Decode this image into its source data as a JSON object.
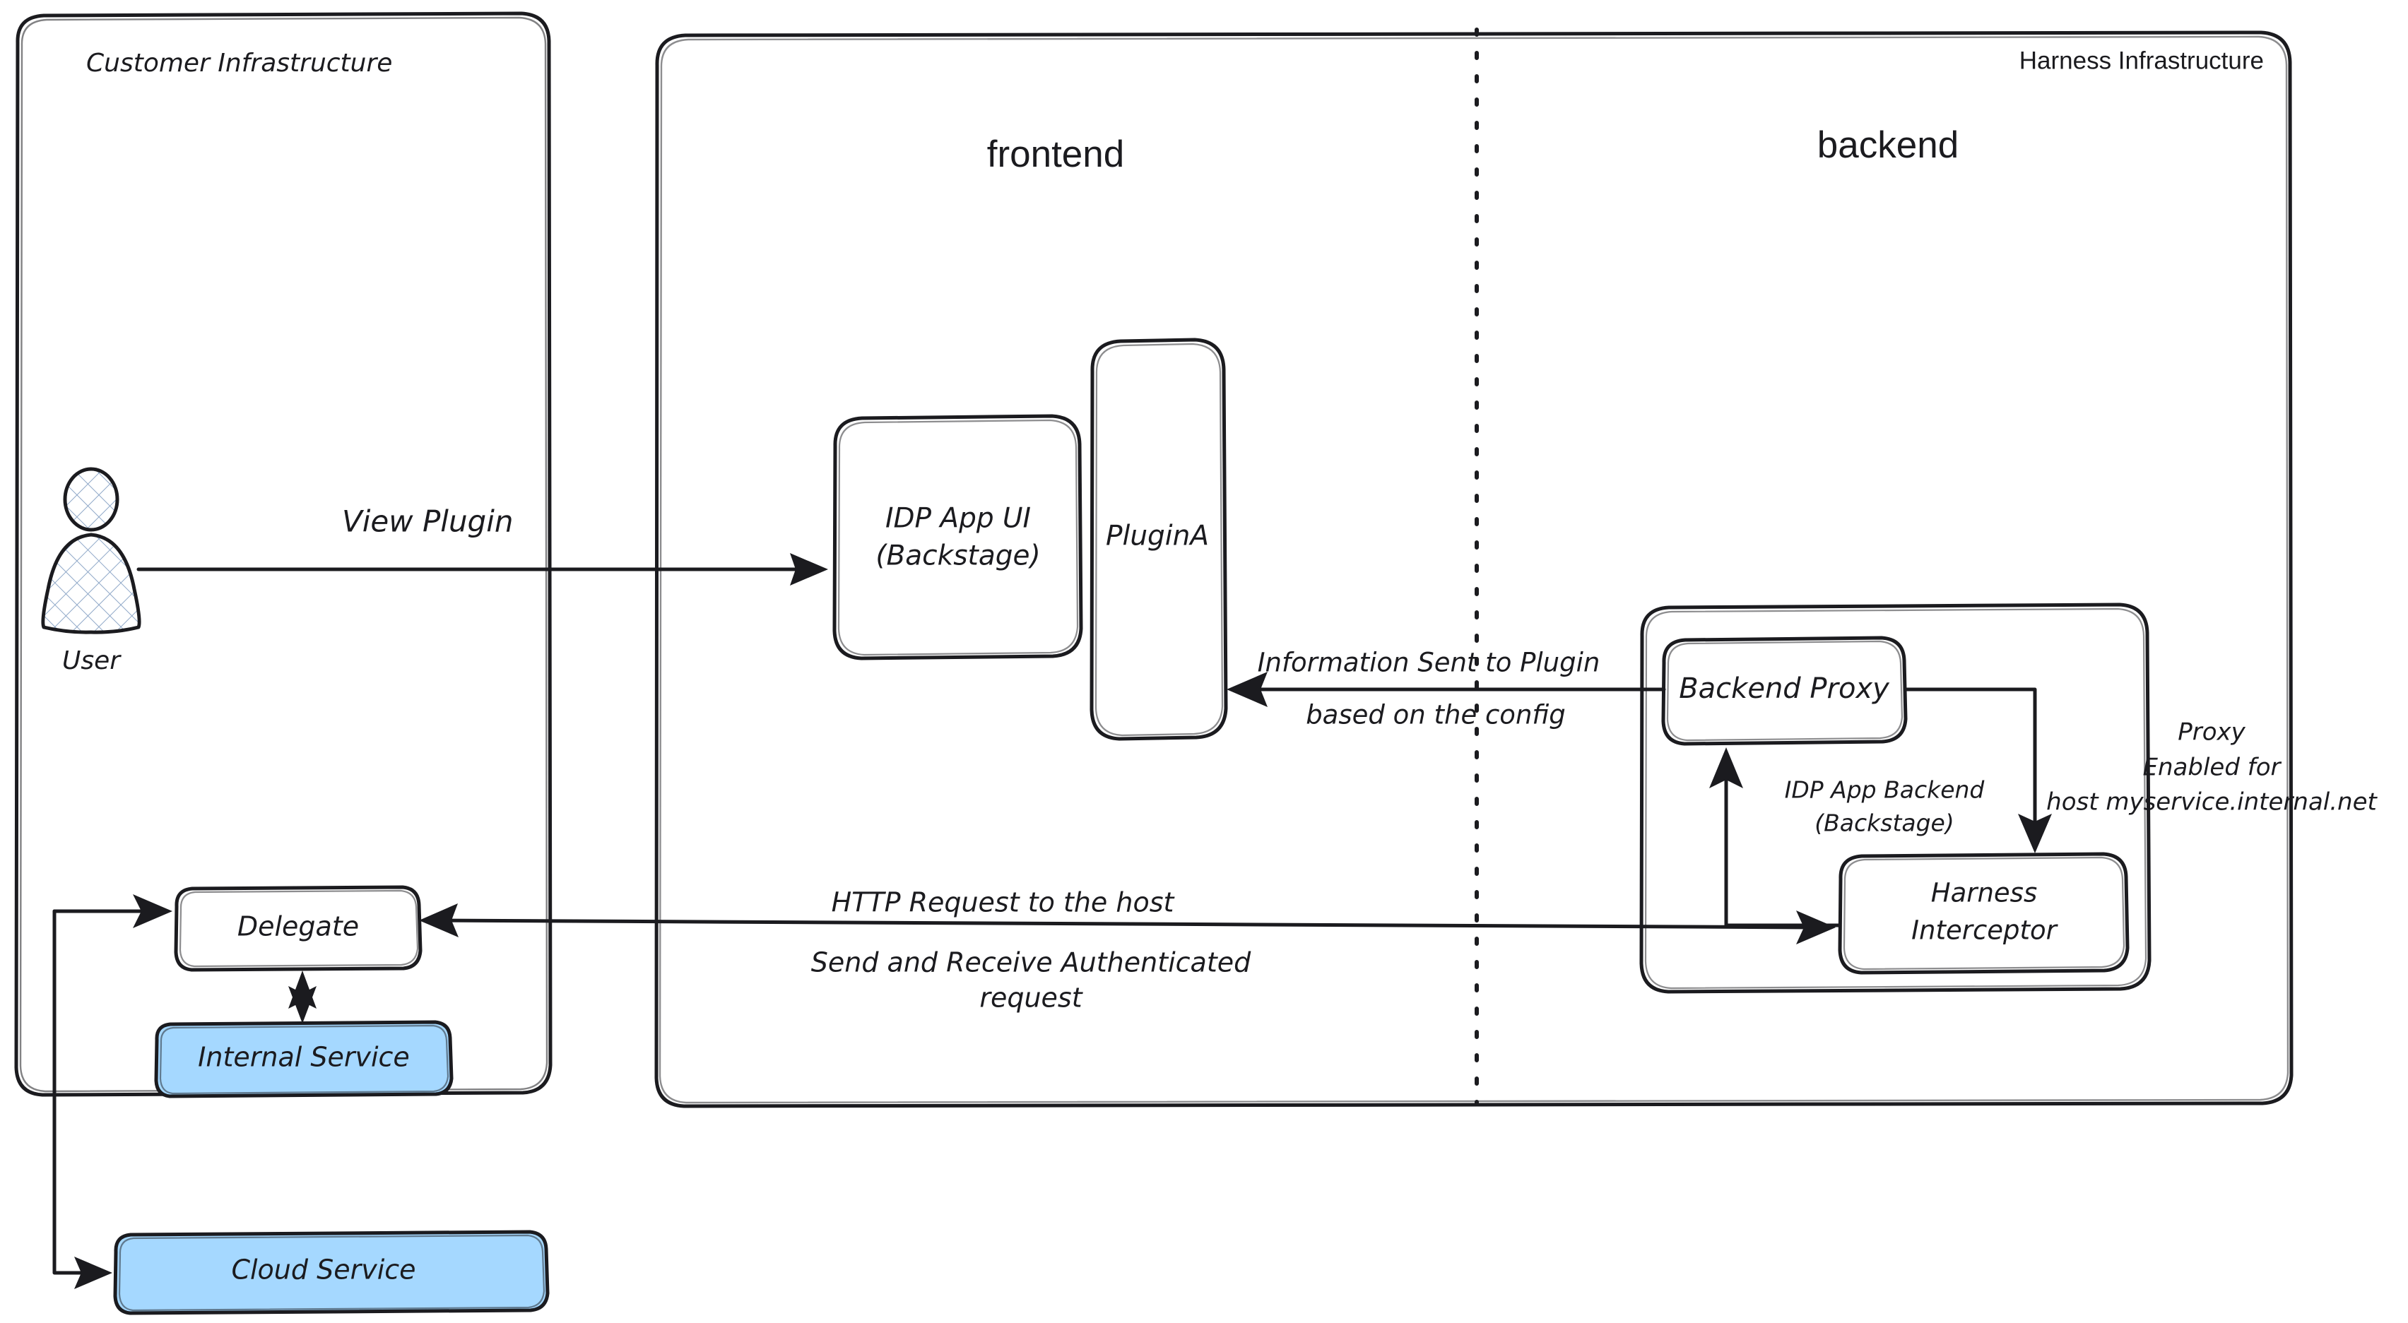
{
  "diagram": {
    "title": "Harness IDP Plugin Proxy Architecture",
    "accent_blue": "#a5d8ff",
    "stroke_color": "#1b1b1f",
    "background": "#ffffff"
  },
  "containers": {
    "customer": {
      "label": "Customer Infrastructure"
    },
    "harness": {
      "label": "Harness Infrastructure"
    }
  },
  "zones": {
    "frontend": {
      "label": "frontend"
    },
    "backend": {
      "label": "backend"
    }
  },
  "nodes": {
    "user": {
      "label": "User",
      "icon": "user-actor-icon"
    },
    "idp_app_ui": {
      "label_line1": "IDP App UI",
      "label_line2": "(Backstage)"
    },
    "plugin_a": {
      "label": "PluginA"
    },
    "idp_app_backend": {
      "label_line1": "IDP App Backend",
      "label_line2": "(Backstage)"
    },
    "backend_proxy": {
      "label": "Backend Proxy"
    },
    "harness_interceptor": {
      "label_line1": "Harness",
      "label_line2": "Interceptor"
    },
    "delegate": {
      "label": "Delegate"
    },
    "internal_service": {
      "label": "Internal Service"
    },
    "cloud_service": {
      "label": "Cloud Service"
    }
  },
  "edges": {
    "view_plugin": {
      "label": "View Plugin"
    },
    "info_to_plugin": {
      "label_line1": "Information Sent to Plugin",
      "label_line2": "based on the config"
    },
    "http_request": {
      "label_line1": "HTTP Request to the host",
      "label_line2": "Send and Receive Authenticated",
      "label_line3": "request"
    },
    "proxy_enabled": {
      "label_line1": "Proxy",
      "label_line2": "Enabled for",
      "label_line3": "host myservice.internal.net"
    }
  }
}
